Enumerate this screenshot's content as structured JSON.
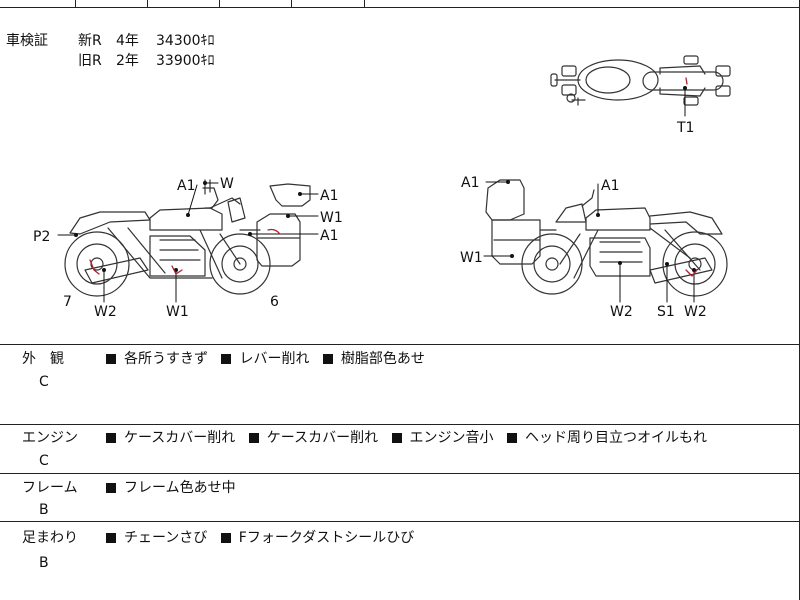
{
  "certificate": {
    "label": "車検証",
    "entries": [
      {
        "name": "新R",
        "years": "4年",
        "price": "34300ｷﾛ"
      },
      {
        "name": "旧R",
        "years": "2年",
        "price": "33900ｷﾛ"
      }
    ]
  },
  "diagram": {
    "top_labels": [
      "T1"
    ],
    "left_labels": [
      "A1",
      "W",
      "A1",
      "W1",
      "A1",
      "P2",
      "7",
      "6",
      "W2",
      "W1"
    ],
    "right_labels": [
      "A1",
      "A1",
      "W1",
      "W2",
      "S1",
      "W2"
    ]
  },
  "sections": [
    {
      "title": "外　観",
      "grade": "C",
      "notes": [
        "各所うすきず",
        "レバー削れ",
        "樹脂部色あせ"
      ]
    },
    {
      "title": "エンジン",
      "grade": "C",
      "notes": [
        "ケースカバー削れ",
        "ケースカバー削れ",
        "エンジン音小",
        "ヘッド周り目立つオイルもれ"
      ]
    },
    {
      "title": "フレーム",
      "grade": "B",
      "notes": [
        "フレーム色あせ中"
      ]
    },
    {
      "title": "足まわり",
      "grade": "B",
      "notes": [
        "チェーンさび",
        "Fフォークダストシールひび"
      ]
    }
  ]
}
